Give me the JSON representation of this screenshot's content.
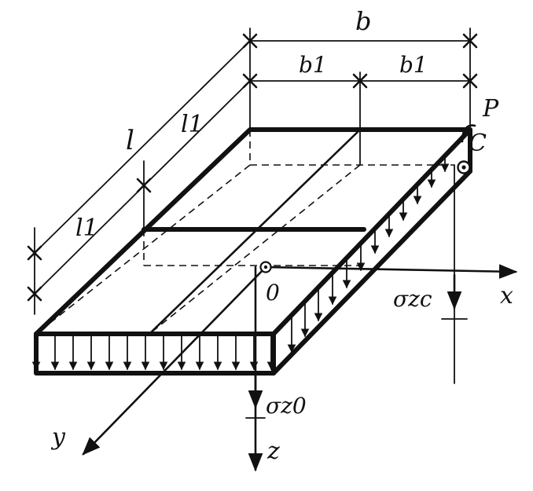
{
  "labels": {
    "b": "b",
    "b1_left": "b1",
    "b1_right": "b1",
    "l": "l",
    "l1_top": "l1",
    "l1_bottom": "l1",
    "P": "P",
    "C": "C",
    "O": "0",
    "x": "x",
    "y": "y",
    "z": "z",
    "sigma_zc": "σzc",
    "sigma_z0": "σz0"
  },
  "colors": {
    "ink": "#111111",
    "paper": "#ffffff"
  }
}
